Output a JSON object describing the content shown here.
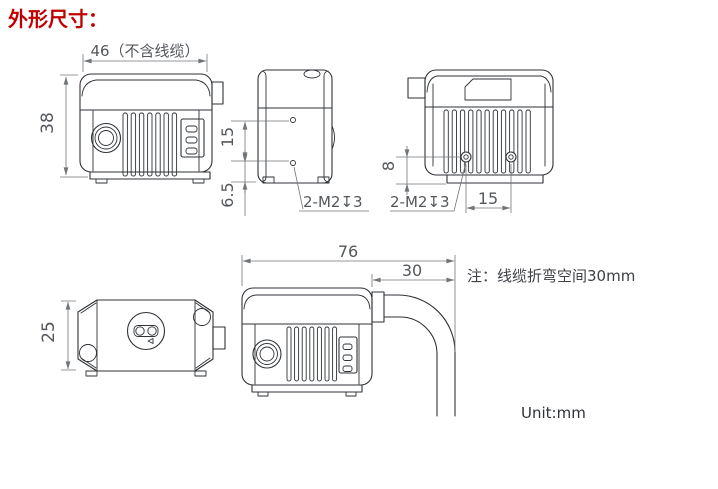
{
  "title": "外形尺寸：",
  "note": "注：线缆折弯空间30mm",
  "unit": "Unit:mm",
  "colors": {
    "title_red": "#c00000",
    "outline": "#2e3237",
    "dimension_gray": "#70757a"
  },
  "views": {
    "front": {
      "width": "46（不含线缆）",
      "height": "38"
    },
    "side": {
      "hole_pitch": "15",
      "hole_bottom_offset": "6.5",
      "thread": "2-M2↧3"
    },
    "rear": {
      "hole_height": "8",
      "hole_pitch": "15",
      "thread": "2-M2↧3"
    },
    "top": {
      "depth": "25"
    },
    "front_cable": {
      "total_length": "76",
      "cable_bend_space": "30"
    }
  }
}
